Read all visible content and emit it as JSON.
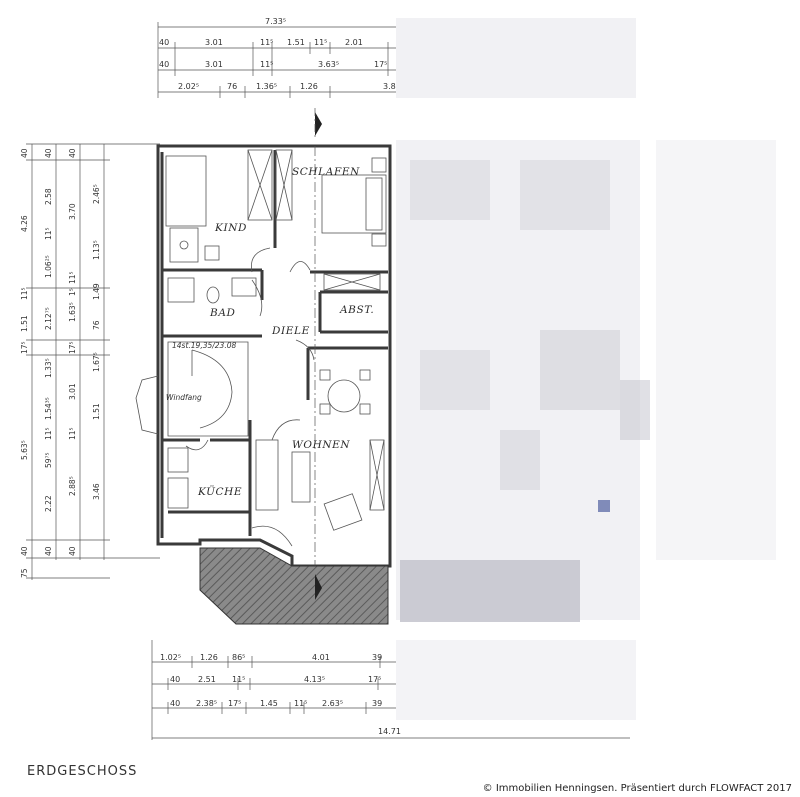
{
  "plan_title": "ERDGESCHOSS",
  "copyright": "© Immobilien Henningsen. Präsentiert durch FLOWFACT 2017",
  "rooms": {
    "kind": "KIND",
    "schlafen": "SCHLAFEN",
    "bad": "BAD",
    "abst": "ABST.",
    "diele": "DIELE",
    "windfang": "Windfang",
    "kueche": "KÜCHE",
    "wohnen": "WOHNEN",
    "stair_note": "14st.19,35/23.08"
  },
  "dims_top": {
    "overall": "7.33⁵",
    "r1": [
      "40",
      "3.01",
      "11⁵",
      "1.51",
      "11⁵",
      "2.01"
    ],
    "r2": [
      "40",
      "3.01",
      "11⁵",
      "3.63⁵",
      "17⁵"
    ],
    "r3": [
      "2.02⁵",
      "76",
      "1.36⁵",
      "1.26",
      "3.8"
    ]
  },
  "dims_bottom": {
    "r1": [
      "1.02⁵",
      "1.26",
      "86⁵",
      "4.01",
      "39"
    ],
    "r2": [
      "40",
      "2.51",
      "11⁵",
      "4.13⁵",
      "17⁵"
    ],
    "r3": [
      "40",
      "2.38⁵",
      "17⁵",
      "1.45",
      "11⁵",
      "2.63⁵",
      "39"
    ],
    "overall": "14.71"
  },
  "dims_left": {
    "c1": [
      "40",
      "4.26",
      "11⁵",
      "1.51",
      "17⁵",
      "5.63⁵",
      "40",
      "75"
    ],
    "c2": [
      "40",
      "2.58",
      "11⁵",
      "1.06²⁵",
      "2.12⁷⁵",
      "1.33⁵",
      "1.54³⁵",
      "11⁵",
      "59⁷⁵",
      "2.22",
      "40"
    ],
    "c3": [
      "40",
      "3.70",
      "11⁵",
      "1⁵",
      "1.63⁵",
      "17⁵",
      "3.01",
      "11⁵",
      "2.88⁵",
      "40"
    ],
    "c4": [
      "2.46⁵",
      "1.13⁵",
      "1.49",
      "76",
      "1.67⁵",
      "1.51",
      "3.46"
    ]
  }
}
